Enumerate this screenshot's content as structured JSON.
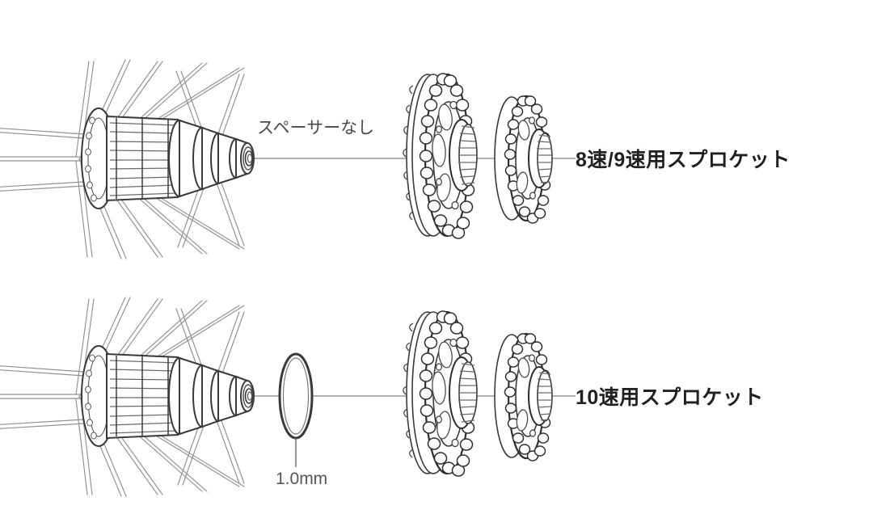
{
  "diagram": {
    "title_visible": false,
    "background_color": "#ffffff",
    "line_color": "#3a3a3a",
    "spoke_color": "#8d8d8d",
    "centerline_color": "#9a9a9a",
    "text_color_bold": "#231f20",
    "text_color_plain": "#4a4a4a",
    "rows": [
      {
        "id": "row-8-9-speed",
        "label": "8速/9速用スプロケット",
        "annotation": "スペーサーなし",
        "has_spacer": false,
        "spacer_thickness": null,
        "components": [
          "rear-wheel-hub",
          "freehub-body",
          "axle-end",
          "sprocket-cluster-large",
          "sprocket-cluster-small"
        ]
      },
      {
        "id": "row-10-speed",
        "label": "10速用スプロケット",
        "annotation": null,
        "has_spacer": true,
        "spacer_thickness": "1.0mm",
        "components": [
          "rear-wheel-hub",
          "freehub-body",
          "axle-end",
          "spacer-ring",
          "sprocket-cluster-large",
          "sprocket-cluster-small"
        ]
      }
    ],
    "labels": {
      "sprocket_8_9": "8速/9速用スプロケット",
      "sprocket_10": "10速用スプロケット",
      "no_spacer": "スペーサーなし",
      "spacer_size": "1.0mm"
    }
  }
}
